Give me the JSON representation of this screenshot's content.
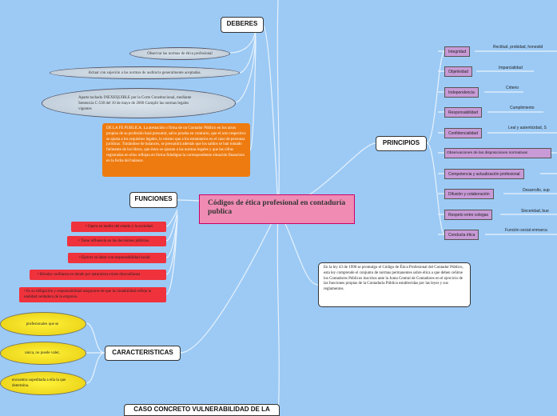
{
  "central": {
    "title": "Códigos de ética profesional en contaduría publica"
  },
  "deberes": {
    "label": "DEBERES",
    "items": [
      "Observar las normas de ética profesional",
      "Actuar con sujeción a las normas de auditoria generalmente aceptadas.",
      "Aparte tachado INEXEQUIBLE por la Corte Constitucional, mediante Sentencia C-530 del 10 de mayo de 2000 Cumplir las normas legales vigentes"
    ],
    "fe_publica": "DE LA FE PUBLICA. La atestación o firma de un Contador Público en los actos propios de su profesión hará presumir, salvo prueba en contrario, que el acto respectivo se ajusta a los requisitos legales, lo mismo que a los estatutarios en el caso de personas jurídicas. Tratándose de balances, se presumirá además que los saldos se han tomado fielmente de los libros, que éstos se ajustan a las normas legales y que las cifras registradas en ellos reflejan en forma fidedigna la correspondiente situación financiera en la fecha del balance."
  },
  "funciones": {
    "label": "FUNCIONES",
    "items": [
      "Opera en medio del estado y la sociedad.",
      "Tiene influencia en las decisiones públicas.",
      "Ejercer su labor con responsabilidad social",
      "Brindar confianza en donde por naturaleza existe desconfianza",
      "Es su obligación y responsabilidad asegurarse de que la contabilidad refleje la realidad verdadera de la empresa."
    ]
  },
  "caracteristicas": {
    "label": "CARACTERISTICAS",
    "items": [
      "profesionales que se",
      "unica, no puede valer,",
      "encuentra supeditada a ella la que determina."
    ]
  },
  "caso": {
    "label": "CASO CONCRETO VULNERABILIDAD DE LA"
  },
  "principios": {
    "label": "PRINCIPIOS",
    "items": [
      {
        "label": "Integridad",
        "detail": "Rectitud, probidad, honestid"
      },
      {
        "label": "Objetividad",
        "detail": "Imparcialidad"
      },
      {
        "label": "Independencia",
        "detail": "Criterio"
      },
      {
        "label": "Responsabilidad",
        "detail": "Cumplimiento"
      },
      {
        "label": "Confidencialidad",
        "detail": "Leal y autenticidad, S"
      },
      {
        "label": "Observaciones de las disposiciones normativas",
        "detail": ""
      },
      {
        "label": "Competencia y actualización profesional",
        "detail": ""
      },
      {
        "label": "Difusión y colaboración",
        "detail": "Desarrollo, sup"
      },
      {
        "label": "Respeto entre colegas",
        "detail": "Sinceridad, bue"
      },
      {
        "label": "Conducta ética",
        "detail": "Función social enmarca"
      }
    ]
  },
  "ley": {
    "text": "En la ley 43 de 1990 se promulgo el Código de Ética Profesional del Contador Público, esta ley comprende el conjunto de normas permanentes sobre ética a que deben ceñirse los Contadores Públicos inscritos ante la Junta Central de Contadores en el ejercicio de las funciones propias de la Contaduría Pública establecidas por las leyes y sus reglamentos."
  }
}
